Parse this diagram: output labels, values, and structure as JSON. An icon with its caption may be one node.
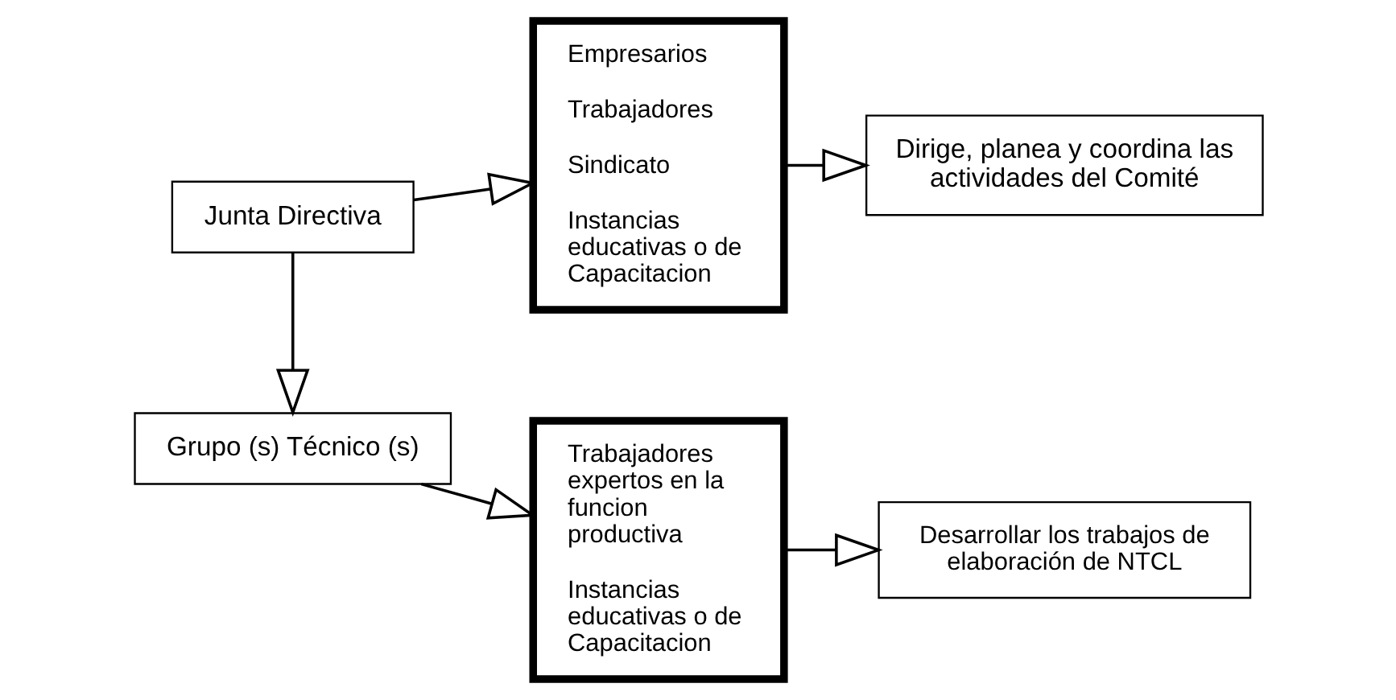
{
  "diagram": {
    "nodes": [
      {
        "text": [
          "Junta Directiva"
        ]
      },
      {
        "text": [
          "Empresarios",
          "Trabajadores",
          "Sindicato",
          "Instancias educativas o de Capacitacion"
        ]
      },
      {
        "text": [
          "Dirige, planea y coordina las actividades del Comité"
        ]
      },
      {
        "text": [
          "Grupo (s) Técnico (s)"
        ]
      },
      {
        "text": [
          "Trabajadores expertos en la funcion productiva",
          "Instancias educativas o de Capacitacion"
        ]
      },
      {
        "text": [
          "Desarrollar los trabajos de elaboración de NTCL"
        ]
      }
    ],
    "edges": [
      {
        "from": 0,
        "to": 1,
        "arrow": "to"
      },
      {
        "from": 1,
        "to": 2,
        "arrow": "to"
      },
      {
        "from": 0,
        "to": 3,
        "arrow": "to"
      },
      {
        "from": 3,
        "to": 4,
        "arrow": "to"
      },
      {
        "from": 4,
        "to": 5,
        "arrow": "to"
      }
    ]
  }
}
